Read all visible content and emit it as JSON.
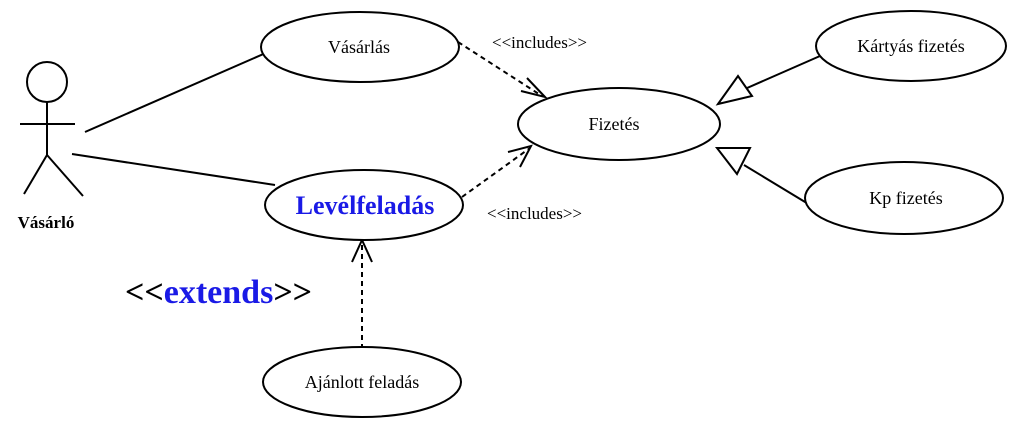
{
  "actor": {
    "name": "Vásárló"
  },
  "use_cases": {
    "vasarlas": "Vásárlás",
    "levelfeladas": "Levélfeladás",
    "fizetes": "Fizetés",
    "kartyas": "Kártyás fizetés",
    "kp": "Kp fizetés",
    "ajanlott": "Ajánlott feladás"
  },
  "relations": {
    "includes_top": "<<includes>>",
    "includes_bottom": "<<includes>>",
    "extends": {
      "open": "<<",
      "word": "extends",
      "close": ">>"
    }
  },
  "colors": {
    "highlight": "#1a1ae6",
    "stroke": "#000000"
  }
}
